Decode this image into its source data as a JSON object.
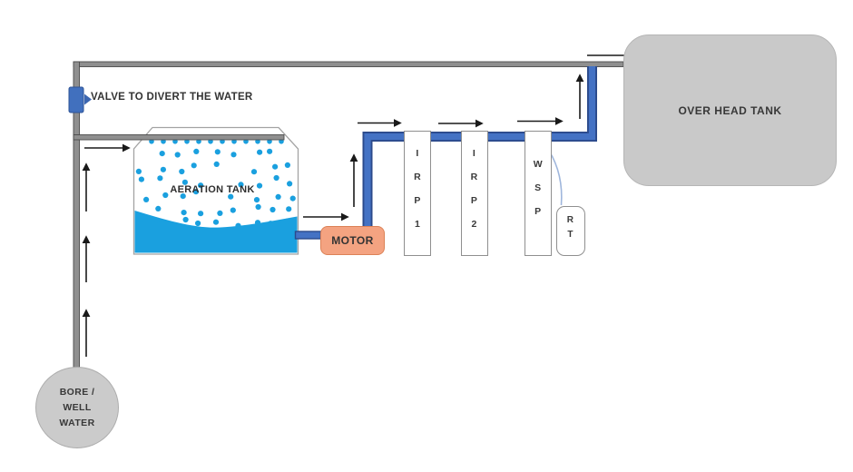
{
  "labels": {
    "valve": "VALVE TO DIVERT THE WATER",
    "aeration_tank": "AERATION TANK",
    "motor": "MOTOR",
    "overhead_tank": "OVER HEAD TANK",
    "bore_line1": "BORE /",
    "bore_line2": "WELL",
    "bore_line3": "WATER"
  },
  "vessels": {
    "irp1": {
      "letters": [
        "I",
        "R",
        "P",
        "1"
      ]
    },
    "irp2": {
      "letters": [
        "I",
        "R",
        "P",
        "2"
      ]
    },
    "wsp": {
      "letters": [
        "W",
        "S",
        "P"
      ]
    },
    "rt": {
      "letters": [
        "R",
        "T"
      ]
    }
  },
  "colors": {
    "pipe_gray": "#8f8f8f",
    "pipe_gray_edge": "#4a4a4a",
    "pipe_blue": "#4472c4",
    "pipe_blue_edge": "#2b4a8b",
    "valve_blue": "#4170be",
    "water": "#1aa0df",
    "motor_fill": "#f4a381",
    "motor_edge": "#dc8257",
    "tank_gray": "#c9c9c9",
    "arrow": "#1a1a1a"
  },
  "bubbles": {
    "seed": 7,
    "row_count": 12,
    "grid_cols": 9,
    "grid_rows": 6
  }
}
